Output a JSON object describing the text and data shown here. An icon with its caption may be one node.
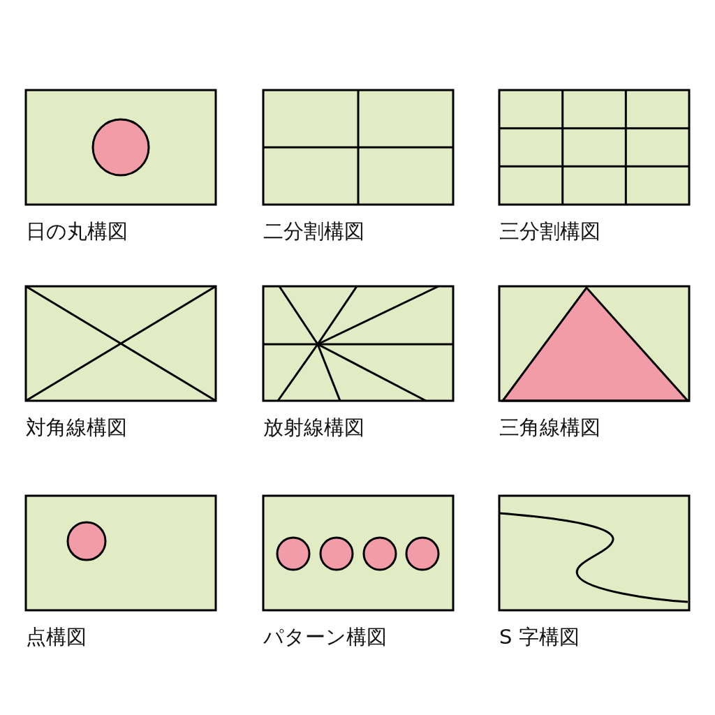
{
  "diagram": {
    "nodes": [
      {
        "text": [
          "日の丸構図"
        ]
      },
      {
        "text": [
          "二分割構図"
        ]
      },
      {
        "text": [
          "三分割構図"
        ]
      },
      {
        "text": [
          "対角線構図"
        ]
      },
      {
        "text": [
          "放射線構図"
        ]
      },
      {
        "text": [
          "三角線構図"
        ]
      },
      {
        "text": [
          "点構図"
        ]
      },
      {
        "text": [
          "パターン構図"
        ]
      },
      {
        "text": [
          "S 字構図"
        ]
      }
    ]
  }
}
